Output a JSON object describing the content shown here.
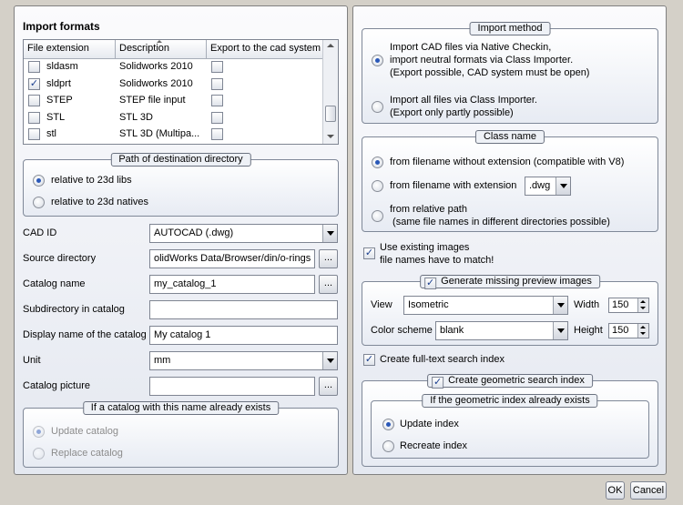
{
  "import_formats": {
    "title": "Import formats",
    "columns": [
      "File extension",
      "Description",
      "Export to the cad system"
    ],
    "rows": [
      {
        "ext": "sldasm",
        "desc": "Solidworks 2010",
        "checked": false
      },
      {
        "ext": "sldprt",
        "desc": "Solidworks 2010",
        "checked": true
      },
      {
        "ext": "STEP",
        "desc": "STEP file input",
        "checked": false
      },
      {
        "ext": "STL",
        "desc": "STL 3D",
        "checked": false
      },
      {
        "ext": "stl",
        "desc": "STL 3D (Multipa...",
        "checked": false
      }
    ]
  },
  "destination": {
    "title": "Path of destination directory",
    "options": [
      "relative to 23d libs",
      "relative to 23d natives"
    ],
    "selected": 0
  },
  "form": {
    "cad_id_label": "CAD ID",
    "cad_id_value": "AUTOCAD (.dwg)",
    "source_dir_label": "Source directory",
    "source_dir_value": "olidWorks Data/Browser/din/o-rings",
    "catalog_name_label": "Catalog name",
    "catalog_name_value": "my_catalog_1",
    "subdir_label": "Subdirectory in catalog",
    "subdir_value": "",
    "display_name_label": "Display name of the catalog",
    "display_name_value": "My catalog 1",
    "unit_label": "Unit",
    "unit_value": "mm",
    "catalog_picture_label": "Catalog picture",
    "catalog_picture_value": "",
    "browse_label": "..."
  },
  "exists": {
    "title": "If a catalog with this name already exists",
    "options": [
      "Update catalog",
      "Replace catalog"
    ]
  },
  "import_method": {
    "title": "Import method",
    "option1": [
      "Import CAD files via Native Checkin,",
      "import neutral formats via Class Importer.",
      "(Export possible, CAD system must be open)"
    ],
    "option2": [
      "Import all files via Class Importer.",
      "(Export only partly possible)"
    ]
  },
  "class_name": {
    "title": "Class name",
    "option1": "from filename without extension (compatible with V8)",
    "option2": "from filename with extension",
    "ext_value": ".dwg",
    "option3": [
      "from relative path",
      " (same file names in different directories possible)"
    ]
  },
  "use_existing": {
    "lines": [
      "Use existing images",
      "file names have to match!"
    ],
    "checked": true
  },
  "preview": {
    "title": "Generate missing preview images",
    "view_label": "View",
    "view_value": "Isometric",
    "width_label": "Width",
    "width_value": "150",
    "color_label": "Color scheme",
    "color_value": "blank",
    "height_label": "Height",
    "height_value": "150"
  },
  "fulltext": {
    "label": "Create full-text search index"
  },
  "geometric": {
    "title": "Create geometric search index",
    "sub_title": "If the geometric index already exists",
    "options": [
      "Update index",
      "Recreate index"
    ]
  },
  "buttons": {
    "ok": "OK",
    "cancel": "Cancel"
  },
  "check_mark": "✓"
}
